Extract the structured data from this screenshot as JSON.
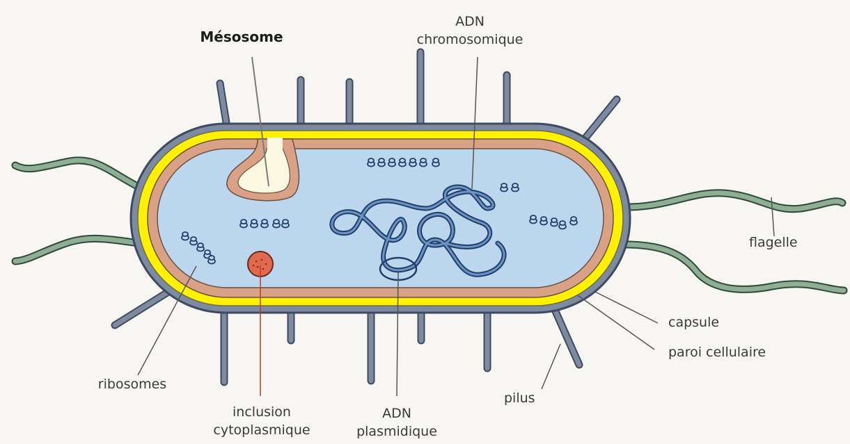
{
  "labels": {
    "mesosome": "Mésosome",
    "adn_chromosomique_1": "ADN",
    "adn_chromosomique_2": "chromosomique",
    "flagelle": "flagelle",
    "capsule": "capsule",
    "paroi_cellulaire": "paroi cellulaire",
    "pilus": "pilus",
    "ribosomes": "ribosomes",
    "inclusion_1": "inclusion",
    "inclusion_2": "cytoplasmique",
    "adn_plasmidique_1": "ADN",
    "adn_plasmidique_2": "plasmidique"
  },
  "colors": {
    "capsule": "#7d8aa0",
    "wall": "#fff200",
    "membrane": "#d9a287",
    "cytoplasm": "#bcd6ee",
    "dna": "#3e6aa0",
    "flagellum": "#8fae96",
    "pilus": "#7d8aa0",
    "inclusion": "#e06a4e"
  }
}
